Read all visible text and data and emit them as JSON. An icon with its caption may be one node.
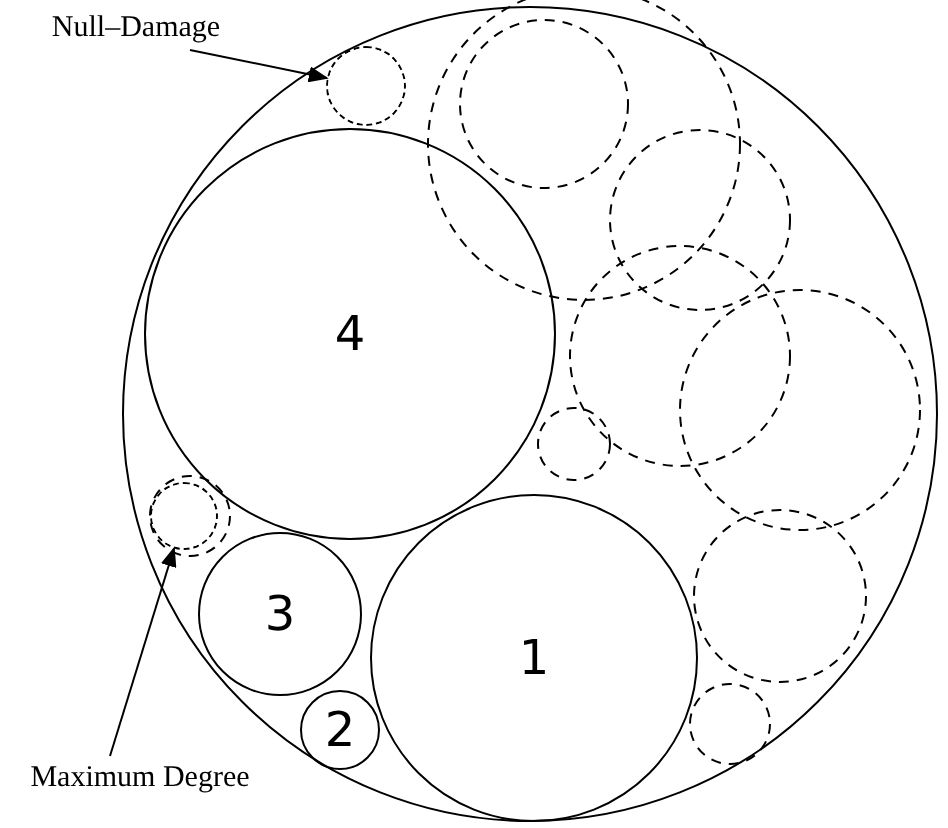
{
  "diagram": {
    "nodes": [
      {
        "text": [],
        "shape": "circle"
      },
      {
        "text": [
          "4"
        ],
        "in": 0
      },
      {
        "text": [
          "3"
        ],
        "in": 0
      },
      {
        "text": [
          "2"
        ],
        "in": 0
      },
      {
        "text": [
          "1"
        ],
        "in": 0
      },
      {
        "text": [
          "Null–Damage"
        ]
      },
      {
        "text": [],
        "shape": "circle",
        "in": 0
      },
      {
        "text": [
          "Maximum Degree"
        ]
      },
      {
        "text": [],
        "shape": "circle",
        "in": 0
      }
    ],
    "edges": [
      {
        "from": 5,
        "to": 6,
        "arrow": "to"
      },
      {
        "from": 7,
        "to": 8,
        "arrow": "to"
      }
    ]
  }
}
